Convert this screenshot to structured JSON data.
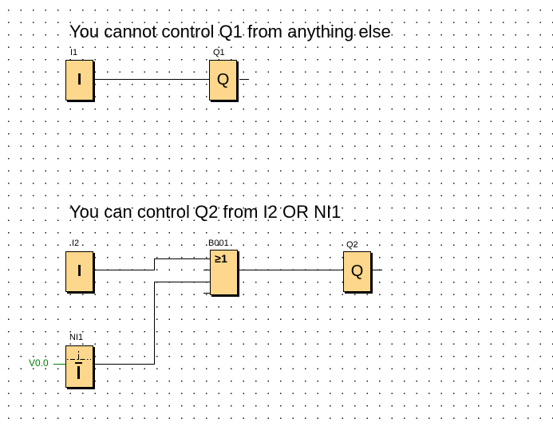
{
  "colors": {
    "block_fill": "#FCD78C",
    "block_border": "#000000",
    "wire": "#000000",
    "network_address_green": "#008000",
    "grid_dot": "#141414",
    "background": "#ffffff"
  },
  "sections": [
    {
      "title": "You cannot control Q1 from anything else",
      "blocks": [
        {
          "label": "I1",
          "symbol": "I",
          "type": "digital-input"
        },
        {
          "label": "Q1",
          "symbol": "Q",
          "type": "digital-output"
        }
      ],
      "connections": [
        "I1 -> Q1"
      ]
    },
    {
      "title": "You can control Q2 from I2 OR NI1",
      "blocks": [
        {
          "label": "I2",
          "symbol": "I",
          "type": "digital-input"
        },
        {
          "label": "B001",
          "symbol": "≥1",
          "type": "or-gate"
        },
        {
          "label": "Q2",
          "symbol": "Q",
          "type": "digital-output"
        },
        {
          "label": "NI1",
          "symbol": "network-input",
          "type": "network-input",
          "address": "V0.0"
        }
      ],
      "connections": [
        "I2 -> B001.in1",
        "NI1 -> B001.in3",
        "B001 -> Q2"
      ]
    }
  ]
}
